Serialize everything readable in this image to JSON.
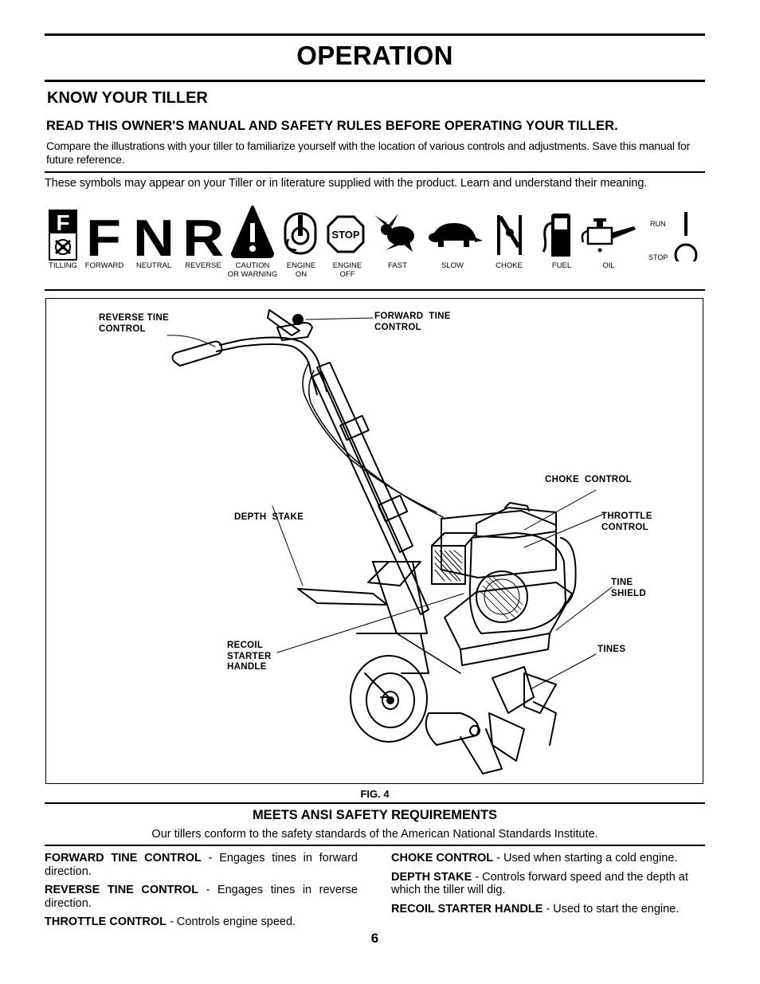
{
  "header": {
    "title": "OPERATION"
  },
  "section": {
    "title": "KNOW YOUR TILLER",
    "warning": "READ THIS OWNER'S MANUAL AND SAFETY RULES BEFORE OPERATING YOUR TILLER.",
    "intro": "Compare the illustrations with your tiller to familiarize yourself with the location of various controls and adjustments. Save this manual for future reference."
  },
  "symbols": {
    "intro": "These symbols  may appear on your Tiller or in literature supplied with the product.  Learn and understand their meaning.",
    "letters": {
      "f": "F",
      "n": "N",
      "r": "R",
      "tilling_f": "F",
      "stop_sign": "STOP"
    },
    "captions": {
      "tilling": "TILLING",
      "forward": "FORWARD",
      "neutral": "NEUTRAL",
      "reverse": "REVERSE",
      "caution_1": "CAUTION",
      "caution_2": "OR WARNING",
      "engine_on_1": "ENGINE",
      "engine_on_2": "ON",
      "engine_off_1": "ENGINE",
      "engine_off_2": "OFF",
      "fast": "FAST",
      "slow": "SLOW",
      "choke": "CHOKE",
      "fuel": "FUEL",
      "oil": "OIL",
      "run": "RUN",
      "stop": "STOP"
    }
  },
  "figure": {
    "caption": "FIG. 4",
    "labels": {
      "reverse_tine_control": "REVERSE TINE\nCONTROL",
      "forward_tine_control": "FORWARD  TINE\nCONTROL",
      "choke_control": "CHOKE  CONTROL",
      "depth_stake": "DEPTH  STAKE",
      "throttle_control": "THROTTLE\nCONTROL",
      "tine_shield": "TINE\nSHIELD",
      "recoil_starter_handle": "RECOIL\nSTARTER\nHANDLE",
      "tines": "TINES"
    }
  },
  "ansi": {
    "title": "MEETS ANSI SAFETY REQUIREMENTS",
    "text": "Our tillers conform to the safety standards of the American National Standards Institute."
  },
  "definitions": {
    "left": [
      {
        "term": "FORWARD TINE CONTROL",
        "desc": " - Engages tines in forward direction."
      },
      {
        "term": "REVERSE TINE CONTROL",
        "desc": " - Engages tines in reverse direction."
      },
      {
        "term": "THROTTLE CONTROL",
        "desc": " - Controls engine speed."
      }
    ],
    "right": [
      {
        "term": "CHOKE CONTROL",
        "desc": " - Used when starting a cold engine."
      },
      {
        "term": "DEPTH STAKE",
        "desc": " - Controls forward speed and the depth at which the tiller will dig."
      },
      {
        "term": "RECOIL STARTER HANDLE",
        "desc": " - Used to start the engine."
      }
    ]
  },
  "page_number": "6"
}
